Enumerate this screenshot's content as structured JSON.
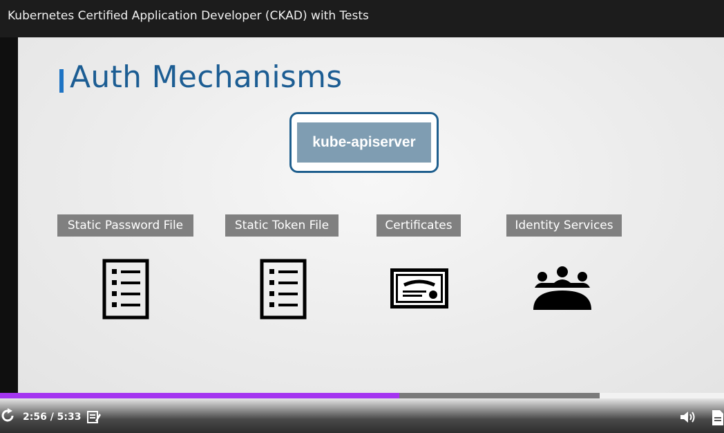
{
  "window": {
    "title": "Kubernetes Certified Application Developer (CKAD) with Tests"
  },
  "slide": {
    "title": "Auth Mechanisms",
    "center_box": "kube-apiserver",
    "mechanisms": [
      {
        "label": "Static Password File",
        "icon": "document-list-icon"
      },
      {
        "label": "Static Token File",
        "icon": "document-list-icon"
      },
      {
        "label": "Certificates",
        "icon": "certificate-icon"
      },
      {
        "label": "Identity Services",
        "icon": "group-people-icon"
      }
    ]
  },
  "player": {
    "time": "2:56 / 5:33",
    "progress": 0.666,
    "accent_color": "#a435f0",
    "icons": [
      "replay-icon",
      "notes-icon",
      "volume-icon",
      "transcript-icon"
    ]
  }
}
